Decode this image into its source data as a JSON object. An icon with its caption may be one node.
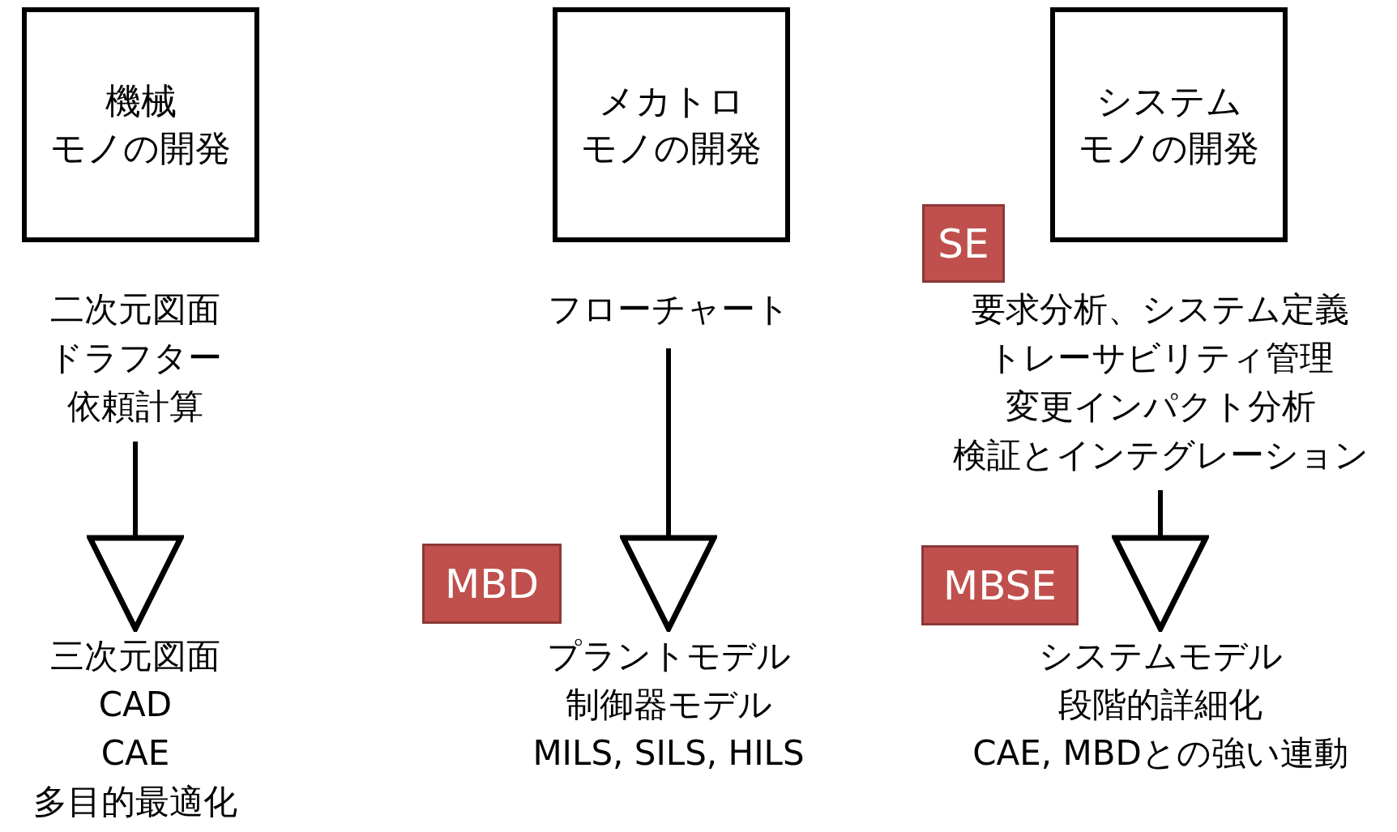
{
  "diagram": {
    "nodes": [
      {
        "text": [
          "機械",
          "モノの開発"
        ]
      },
      {
        "text": [
          "メカトロ",
          "モノの開発"
        ]
      },
      {
        "text": [
          "システム",
          "モノの開発"
        ]
      },
      {
        "text": [
          "二次元図面",
          "ドラフター",
          "依頼計算"
        ]
      },
      {
        "text": [
          "三次元図面",
          "CAD",
          "CAE",
          "多目的最適化"
        ]
      },
      {
        "text": [
          "フローチャート"
        ]
      },
      {
        "text": [
          "プラントモデル",
          "制御器モデル",
          "MILS, SILS, HILS"
        ]
      },
      {
        "text": [
          "要求分析、システム定義",
          "トレーサビリティ管理",
          "変更インパクト分析",
          "検証とインテグレーション"
        ]
      },
      {
        "text": [
          "システムモデル",
          "段階的詳細化",
          "CAE, MBDとの強い連動"
        ]
      },
      {
        "text": [
          "SE"
        ]
      },
      {
        "text": [
          "MBD"
        ]
      },
      {
        "text": [
          "MBSE"
        ]
      }
    ],
    "edges": [
      {
        "from": 3,
        "to": 4,
        "arrow": "to"
      },
      {
        "from": 5,
        "to": 6,
        "arrow": "to"
      },
      {
        "from": 7,
        "to": 8,
        "arrow": "to"
      }
    ]
  }
}
